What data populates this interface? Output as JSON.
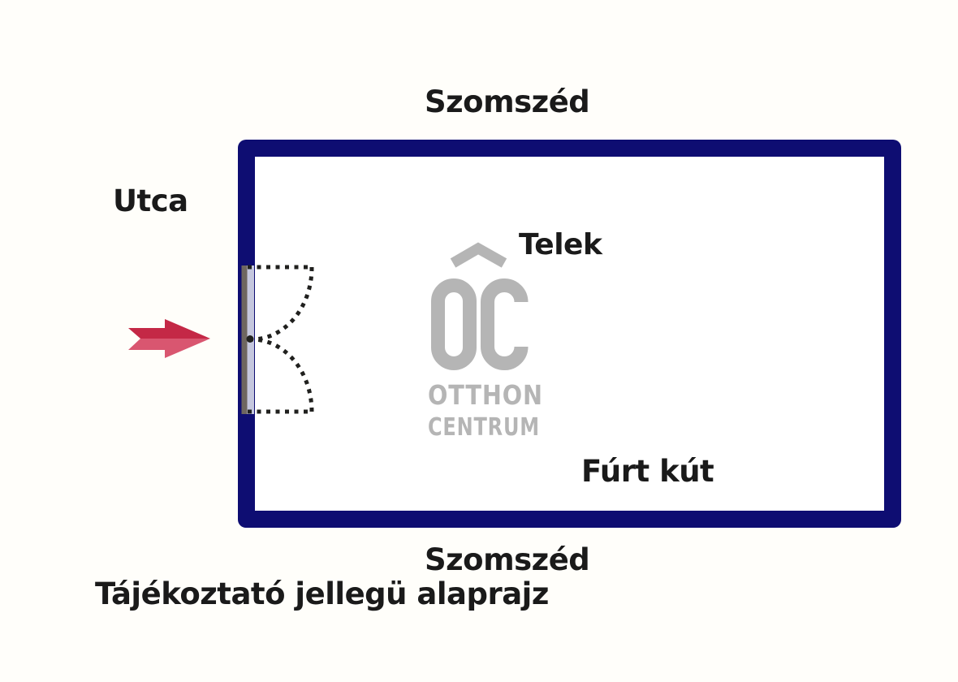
{
  "plan": {
    "labels": {
      "neighbor_top": "Szomszéd",
      "street": "Utca",
      "plot": "Telek",
      "well": "Fúrt kút",
      "neighbor_bottom": "Szomszéd",
      "disclaimer": "Tájékoztató jellegü alaprajz"
    },
    "watermark": {
      "mark": "OC",
      "line1": "OTTHON",
      "line2": "CENTRUM"
    },
    "colors": {
      "wall": "#0e0d72",
      "gate_dark": "#6e6660",
      "gate_light": "#c5c7de",
      "dash": "#20201e",
      "arrow_dark": "#c42846",
      "arrow_light": "#d95670",
      "logo_gray": "#b5b5b5"
    }
  }
}
